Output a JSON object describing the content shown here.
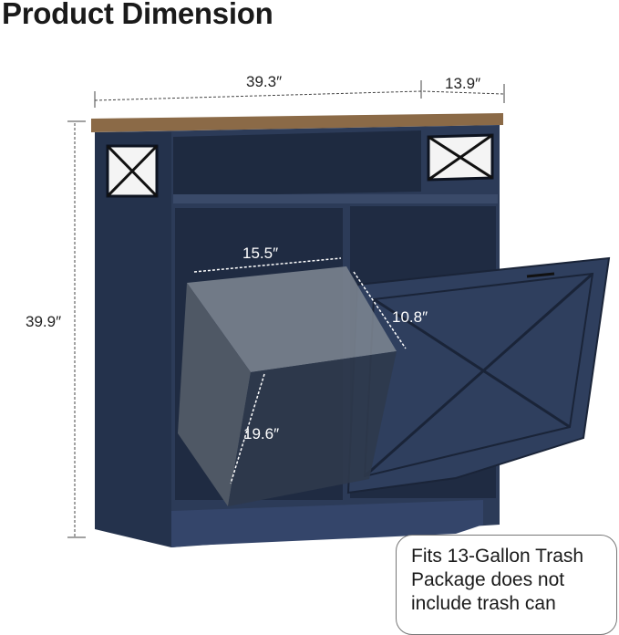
{
  "title": "Product Dimension",
  "dimensions": {
    "width": "39.3″",
    "depth": "13.9″",
    "height": "39.9″",
    "bin_width": "15.5″",
    "bin_depth": "10.8″",
    "bin_height": "19.6″"
  },
  "note": {
    "line1": "Fits 13-Gallon Trash",
    "line2": "Package does not",
    "line3": "include trash can"
  },
  "colors": {
    "cabinet": "#2c3b58",
    "top": "#8b6a47",
    "bin": "#6b7480"
  }
}
